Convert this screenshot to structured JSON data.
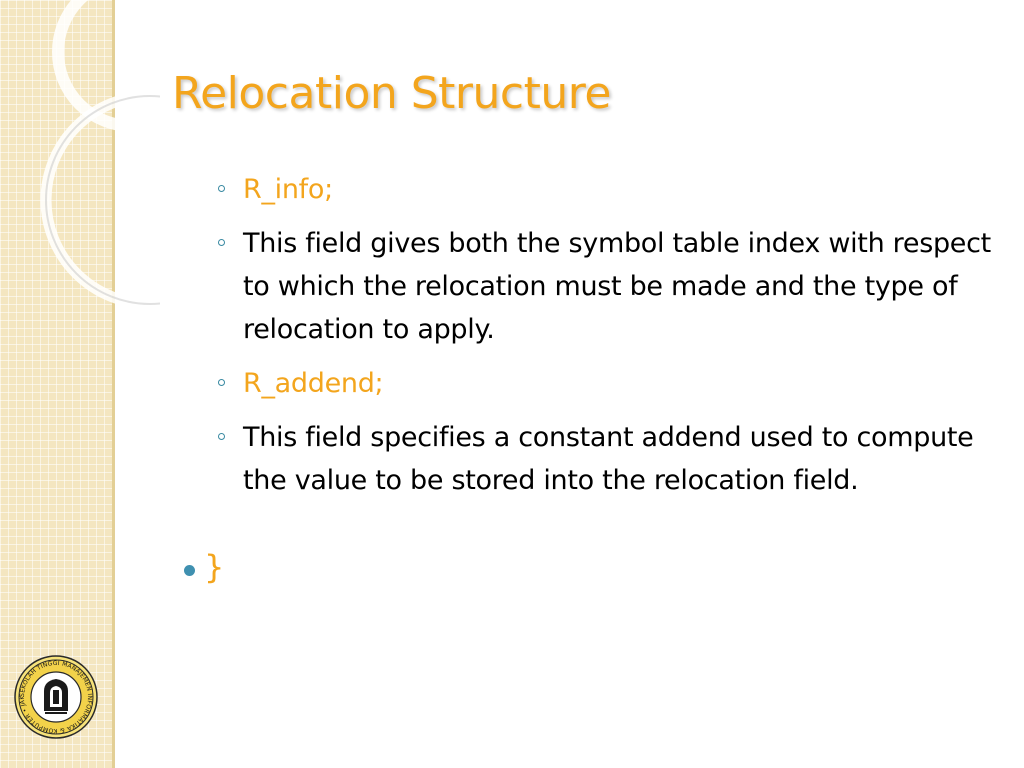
{
  "slide": {
    "title": "Relocation Structure",
    "sub_bullets": [
      {
        "text": "R_info;",
        "accent": true
      },
      {
        "text": "This field gives both the symbol table index with respect to which the relocation must be made and the type of relocation to apply.",
        "accent": false
      },
      {
        "text": "R_addend;",
        "accent": true
      },
      {
        "text": "This field specifies a constant addend used to compute the value to be stored into the relocation field.",
        "accent": false
      }
    ],
    "top_bullet": {
      "text": "}"
    }
  },
  "logo": {
    "ring_text": "SEKOLAH TINGGI MANAJEMEN INFORMATIKA & KOMPUTER • JAKARTA STI&K •"
  },
  "colors": {
    "accent": "#f3a51d",
    "bullet": "#3f90b0",
    "panel": "#f4e6c0"
  }
}
